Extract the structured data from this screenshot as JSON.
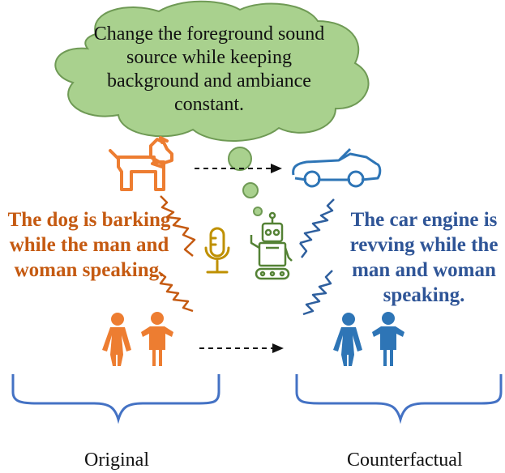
{
  "thought_bubble": {
    "text": "Change the foreground sound source while keeping background and ambiance constant."
  },
  "original": {
    "caption": "The dog is barking while the man and woman speaking.",
    "label": "Original"
  },
  "counterfactual": {
    "caption": "The car engine is revving while the man and woman speaking.",
    "label": "Counterfactual"
  },
  "colors": {
    "cloud_fill": "#a9d18e",
    "cloud_stroke": "#6f9a55",
    "original": "#ed7d31",
    "original_text": "#c55a11",
    "original_wave": "#c55a11",
    "counterfactual": "#2e75b6",
    "counterfactual_text": "#2f5597",
    "counterfactual_wave": "#2e5f9e",
    "microphone": "#bf9000",
    "robot": "#548235",
    "bracket": "#4472c4"
  },
  "icons": [
    "dog-icon",
    "car-icon",
    "people-icon",
    "microphone-icon",
    "robot-icon",
    "soundwave-icon"
  ]
}
